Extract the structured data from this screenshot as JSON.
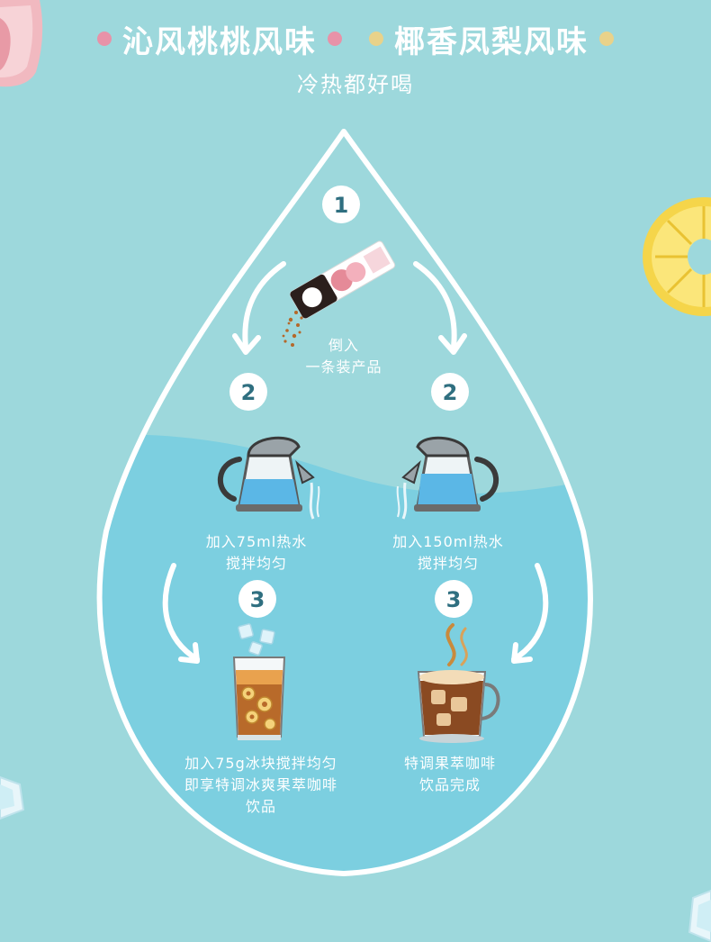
{
  "header": {
    "flavor_left": "沁风桃桃风味",
    "flavor_right": "椰香凤梨风味",
    "subtitle": "冷热都好喝"
  },
  "colors": {
    "background": "#9dd8dc",
    "drop_fill": "#7ccfe0",
    "drop_outline": "#ffffff",
    "dot_pink": "#e892a8",
    "dot_yellow": "#e9d28a",
    "badge_number": "#2f6f80"
  },
  "steps": {
    "one": {
      "number": "1",
      "caption_line1": "倒入",
      "caption_line2": "一条装产品"
    },
    "two_left": {
      "number": "2",
      "caption_line1": "加入75ml热水",
      "caption_line2": "搅拌均匀"
    },
    "two_right": {
      "number": "2",
      "caption_line1": "加入150ml热水",
      "caption_line2": "搅拌均匀"
    },
    "three_left": {
      "number": "3",
      "caption_line1": "加入75g冰块搅拌均匀",
      "caption_line2": "即享特调冰爽果萃咖啡",
      "caption_line3": "饮品"
    },
    "three_right": {
      "number": "3",
      "caption_line1": "特调果萃咖啡",
      "caption_line2": "饮品完成"
    }
  },
  "icons": {
    "product_stick": "coffee-stick-icon",
    "kettle": "kettle-icon",
    "iced_glass": "iced-coffee-glass-icon",
    "hot_cup": "hot-coffee-cup-icon",
    "arrow": "curved-arrow-icon",
    "peach": "peach-slice-icon",
    "pineapple": "pineapple-slice-icon",
    "ice": "ice-cube-icon"
  }
}
